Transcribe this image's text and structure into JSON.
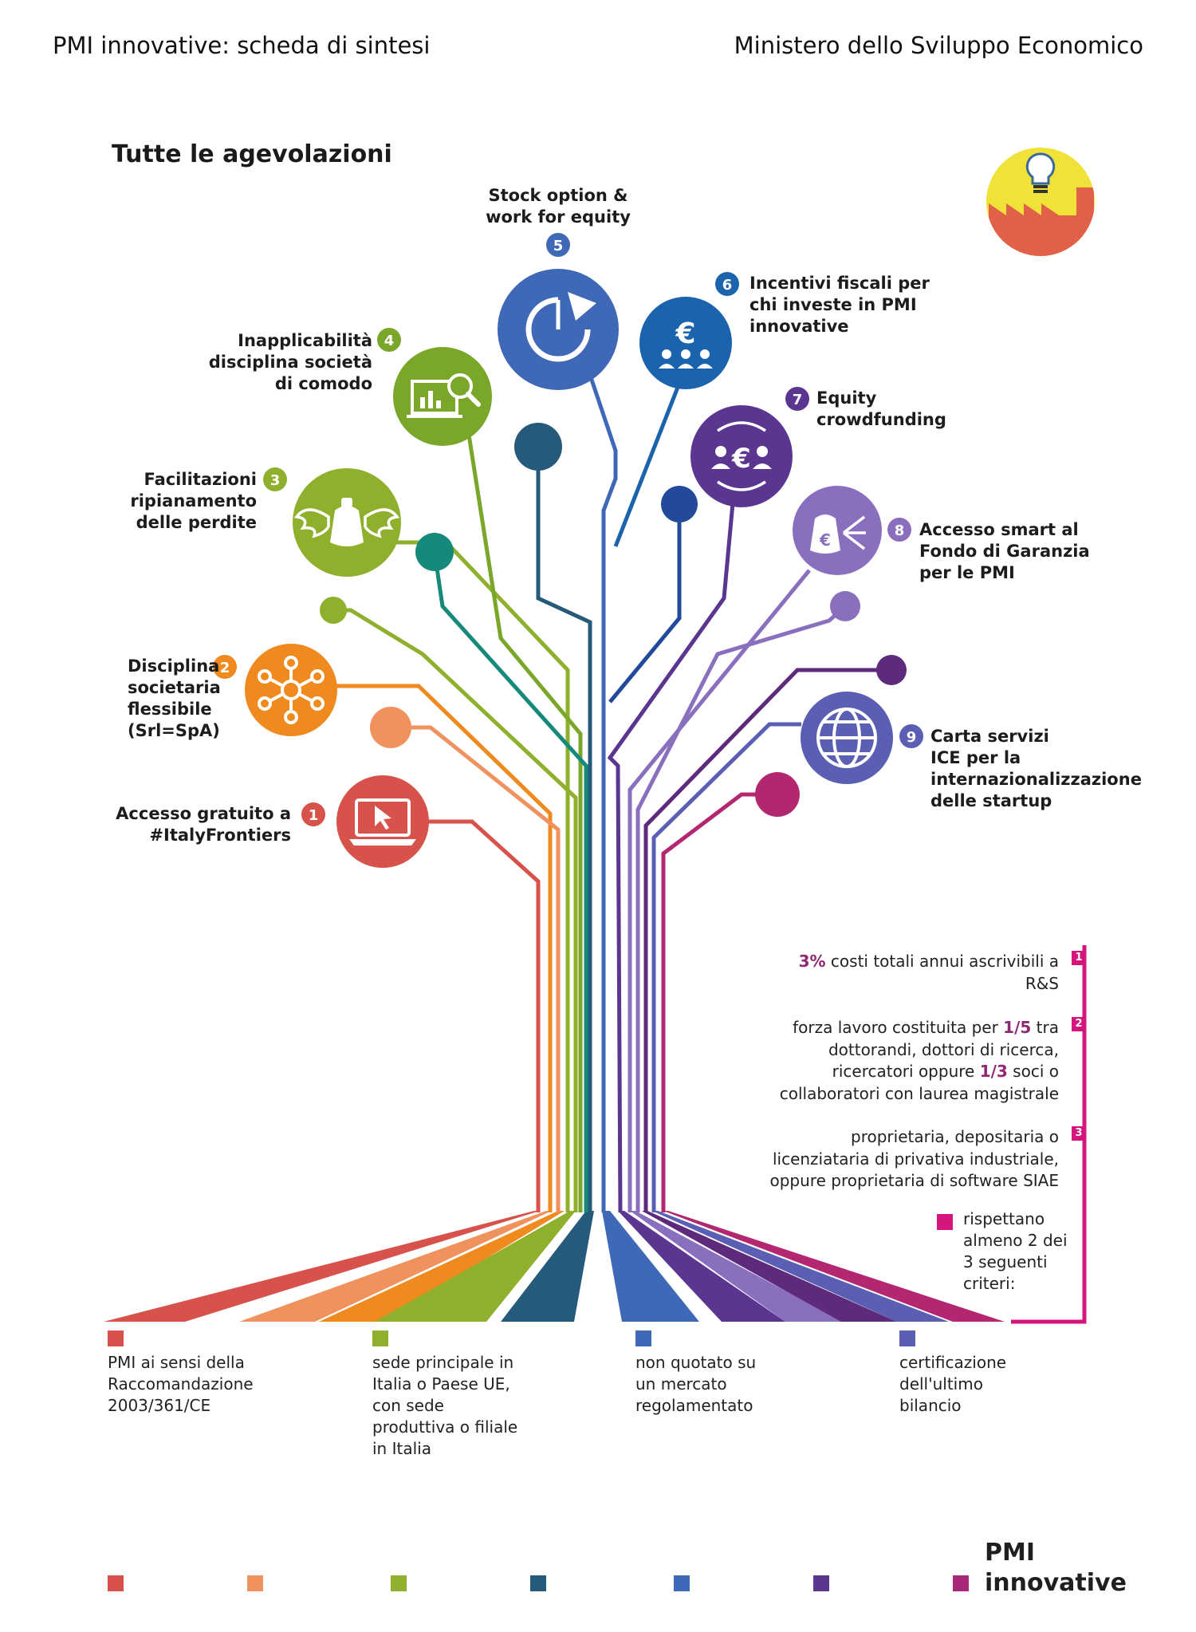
{
  "header": {
    "left": "PMI innovative: scheda di sintesi",
    "right": "Ministero dello Sviluppo Economico"
  },
  "section_title": "Tutte le agevolazioni",
  "colors": {
    "red": "#d8524c",
    "salmon": "#f0925e",
    "orange": "#ef8a1f",
    "lime": "#8fb02c",
    "green": "#7aa72a",
    "teal": "#168a7a",
    "navy": "#265a7a",
    "blue": "#3f68b6",
    "royal": "#1b63ad",
    "purple": "#5b3690",
    "lavender": "#8b6fbf",
    "plum": "#5e2a7c",
    "indigo": "#5a5fb3",
    "magenta": "#b2276f",
    "pink": "#d3157c"
  },
  "benefits": [
    {
      "num": "1",
      "label_lines": [
        "Accesso gratuito a",
        "#ItalyFrontiers"
      ],
      "icon": "laptop-cursor-icon"
    },
    {
      "num": "2",
      "label_lines": [
        "Disciplina",
        "societaria",
        "flessibile",
        "(Srl=SpA)"
      ],
      "icon": "network-icon"
    },
    {
      "num": "3",
      "label_lines": [
        "Facilitazioni",
        "ripianamento",
        "delle perdite"
      ],
      "icon": "winged-bag-icon"
    },
    {
      "num": "4",
      "label_lines": [
        "Inapplicabilità",
        "disciplina società",
        "di comodo"
      ],
      "icon": "chart-magnifier-icon"
    },
    {
      "num": "5",
      "label_lines": [
        "Stock option &",
        "work for equity"
      ],
      "icon": "pie-chart-icon"
    },
    {
      "num": "6",
      "label_lines": [
        "Incentivi fiscali per",
        "chi investe in PMI",
        "innovative"
      ],
      "icon": "euro-people-icon"
    },
    {
      "num": "7",
      "label_lines": [
        "Equity",
        "crowdfunding"
      ],
      "icon": "euro-exchange-icon"
    },
    {
      "num": "8",
      "label_lines": [
        "Accesso smart al",
        "Fondo di Garanzia",
        "per le PMI"
      ],
      "icon": "money-bag-arrows-icon"
    },
    {
      "num": "9",
      "label_lines": [
        "Carta servizi",
        "ICE per la",
        "internazionalizzazione",
        "delle startup"
      ],
      "icon": "globe-icon"
    }
  ],
  "criteria": [
    {
      "color": "#d8524c",
      "lines": [
        "PMI ai sensi della",
        "Raccomandazione",
        "2003/361/CE"
      ]
    },
    {
      "color": "#8fb02c",
      "lines": [
        "sede principale in",
        "Italia o Paese UE,",
        "con sede",
        "produttiva o filiale",
        "in Italia"
      ]
    },
    {
      "color": "#3f68b6",
      "lines": [
        "non quotato su",
        "un mercato",
        "regolamentato"
      ]
    },
    {
      "color": "#5a5fb3",
      "lines": [
        "certificazione",
        "dell'ultimo",
        "bilancio"
      ]
    }
  ],
  "requirements": [
    {
      "num": "1",
      "lines": [
        [
          "3%",
          " costi totali annui ascrivibili a"
        ],
        [
          "",
          "R&S"
        ]
      ]
    },
    {
      "num": "2",
      "lines": [
        [
          "",
          "forza lavoro costituita per "
        ],
        [
          "",
          "dottorandi, dottori di ricerca,"
        ],
        [
          "",
          "ricercatori oppure "
        ],
        [
          "",
          "collaboratori con laurea magistrale"
        ]
      ]
    },
    {
      "num": "3",
      "lines": [
        [
          "",
          "proprietaria, depositaria o"
        ],
        [
          "",
          "licenziataria di privativa industriale,"
        ],
        [
          "",
          "oppure proprietaria di software SIAE"
        ]
      ]
    }
  ],
  "req2_bold": {
    "a": "1/5",
    "a_after": " tra",
    "b": "1/3",
    "b_after": " soci o"
  },
  "rule": [
    "rispettano",
    "almeno 2 dei",
    "3 seguenti",
    "criteri:"
  ],
  "brand": {
    "line1": "PMI",
    "line2": "innovative"
  },
  "legend_colors": [
    "#d8524c",
    "#f0925e",
    "#8fb02c",
    "#265a7a",
    "#3f68b6",
    "#5b3690",
    "#a8277b"
  ]
}
